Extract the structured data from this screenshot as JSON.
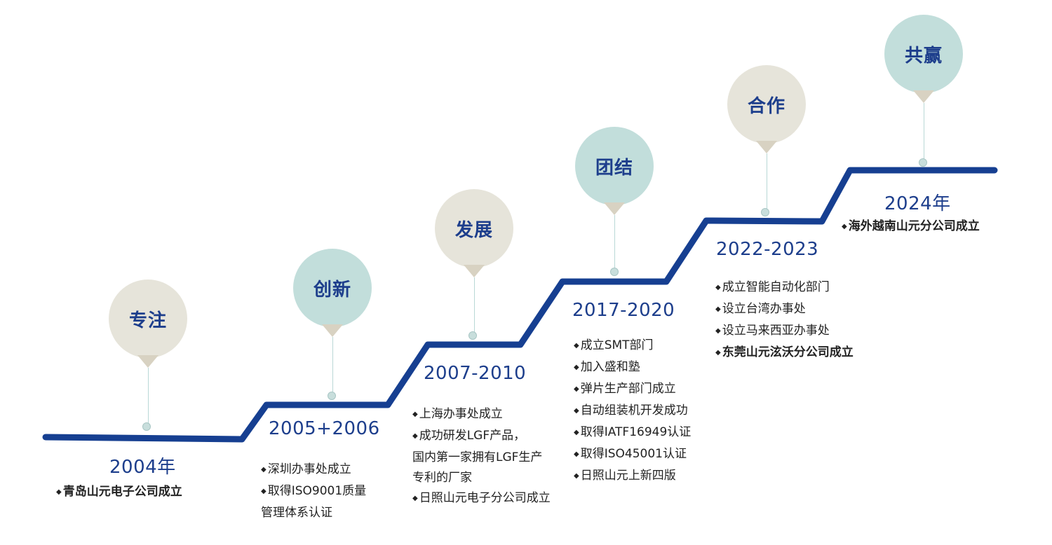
{
  "colors": {
    "stairs": "#163f91",
    "heading": "#1d3e8c",
    "text": "#222222",
    "bubble_beige": "#e6e4da",
    "bubble_teal": "#c2dedb",
    "stem": "#b9d8d6"
  },
  "bullet_glyph": "◆",
  "milestones": [
    {
      "id": "2004",
      "word": "专注",
      "year": "2004年",
      "bubble_color": "beige",
      "events": [
        {
          "text": "青岛山元电子公司成立",
          "bullet": true,
          "bold": true
        }
      ]
    },
    {
      "id": "2005",
      "word": "创新",
      "year": "2005+2006",
      "bubble_color": "teal",
      "events": [
        {
          "text": "深圳办事处成立",
          "bullet": true,
          "bold": false
        },
        {
          "text": "取得ISO9001质量",
          "bullet": true,
          "bold": false
        },
        {
          "text": "管理体系认证",
          "bullet": false,
          "bold": false
        }
      ]
    },
    {
      "id": "2007",
      "word": "发展",
      "year": "2007-2010",
      "bubble_color": "beige",
      "events": [
        {
          "text": "上海办事处成立",
          "bullet": true,
          "bold": false
        },
        {
          "text": "成功研发LGF产品，",
          "bullet": true,
          "bold": false
        },
        {
          "text": "国内第一家拥有LGF生产",
          "bullet": false,
          "bold": false
        },
        {
          "text": "专利的厂家",
          "bullet": false,
          "bold": false
        },
        {
          "text": "日照山元电子分公司成立",
          "bullet": true,
          "bold": false
        }
      ]
    },
    {
      "id": "2017",
      "word": "团结",
      "year": "2017-2020",
      "bubble_color": "teal",
      "events": [
        {
          "text": "成立SMT部门",
          "bullet": true,
          "bold": false
        },
        {
          "text": "加入盛和塾",
          "bullet": true,
          "bold": false
        },
        {
          "text": "弹片生产部门成立",
          "bullet": true,
          "bold": false
        },
        {
          "text": "自动组装机开发成功",
          "bullet": true,
          "bold": false
        },
        {
          "text": "取得IATF16949认证",
          "bullet": true,
          "bold": false
        },
        {
          "text": "取得ISO45001认证",
          "bullet": true,
          "bold": false
        },
        {
          "text": "日照山元上新四版",
          "bullet": true,
          "bold": false
        }
      ]
    },
    {
      "id": "2022",
      "word": "合作",
      "year": "2022-2023",
      "bubble_color": "beige",
      "events": [
        {
          "text": "成立智能自动化部门",
          "bullet": true,
          "bold": false
        },
        {
          "text": "设立台湾办事处",
          "bullet": true,
          "bold": false
        },
        {
          "text": "设立马来西亚办事处",
          "bullet": true,
          "bold": false
        },
        {
          "text": "东莞山元泫沃分公司成立",
          "bullet": true,
          "bold": true
        }
      ]
    },
    {
      "id": "2024",
      "word": "共赢",
      "year": "2024年",
      "bubble_color": "teal",
      "events": [
        {
          "text": "海外越南山元分公司成立",
          "bullet": true,
          "bold": true
        }
      ]
    }
  ]
}
